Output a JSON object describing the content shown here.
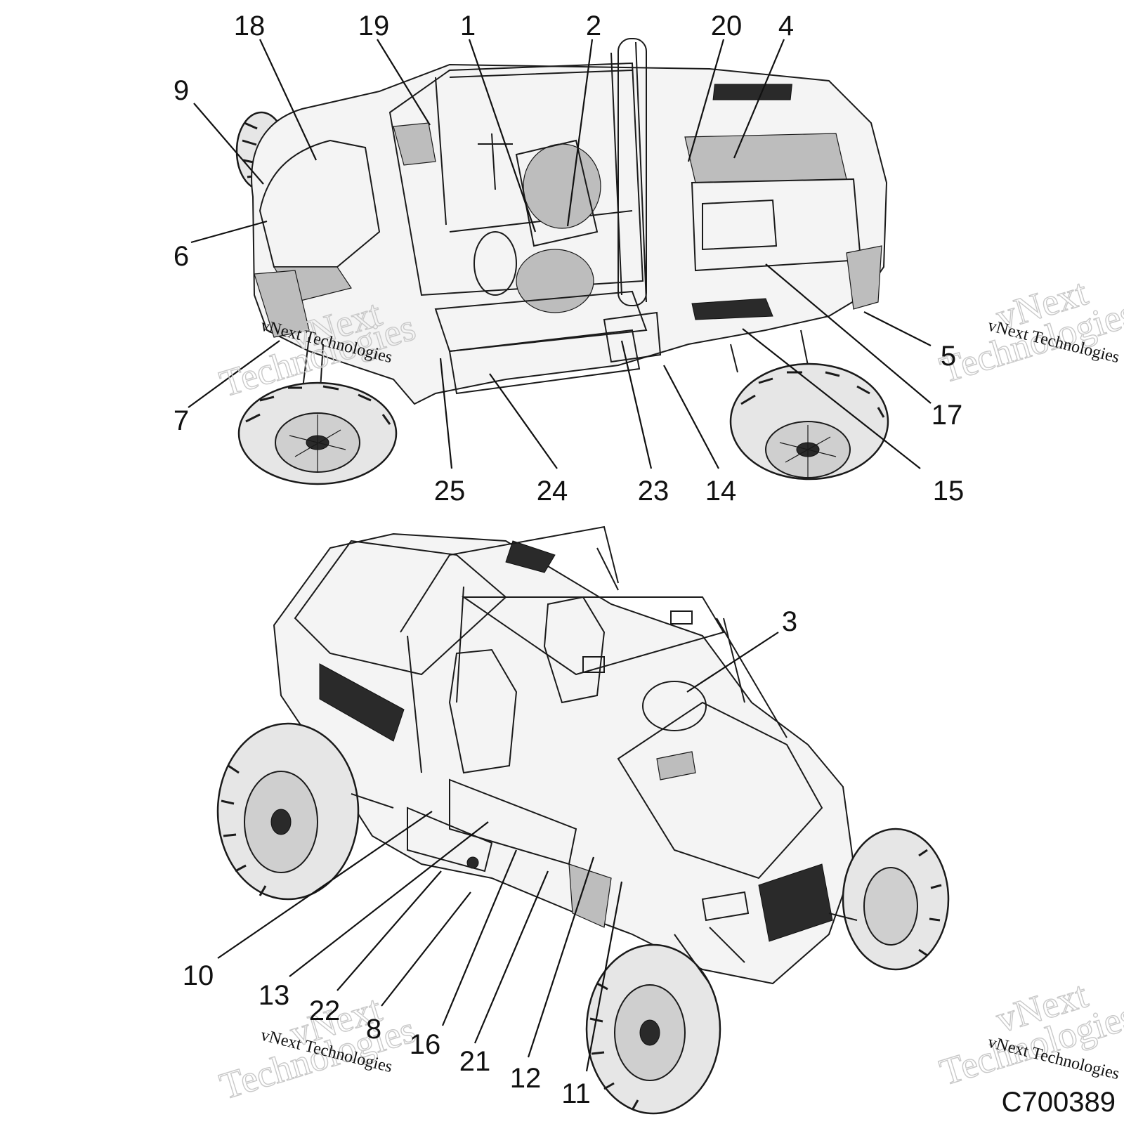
{
  "diagram": {
    "drawing_code": "C700389",
    "watermark": {
      "small_text": "vNext Technologies",
      "big_word_1": "vNext",
      "big_word_2": "Technologies"
    },
    "top_view_callouts": [
      "18",
      "19",
      "1",
      "2",
      "20",
      "4",
      "9",
      "6",
      "5",
      "7",
      "17",
      "25",
      "24",
      "23",
      "14",
      "15"
    ],
    "iso_view_callouts": [
      "3",
      "10",
      "13",
      "22",
      "8",
      "16",
      "21",
      "12",
      "11"
    ]
  }
}
